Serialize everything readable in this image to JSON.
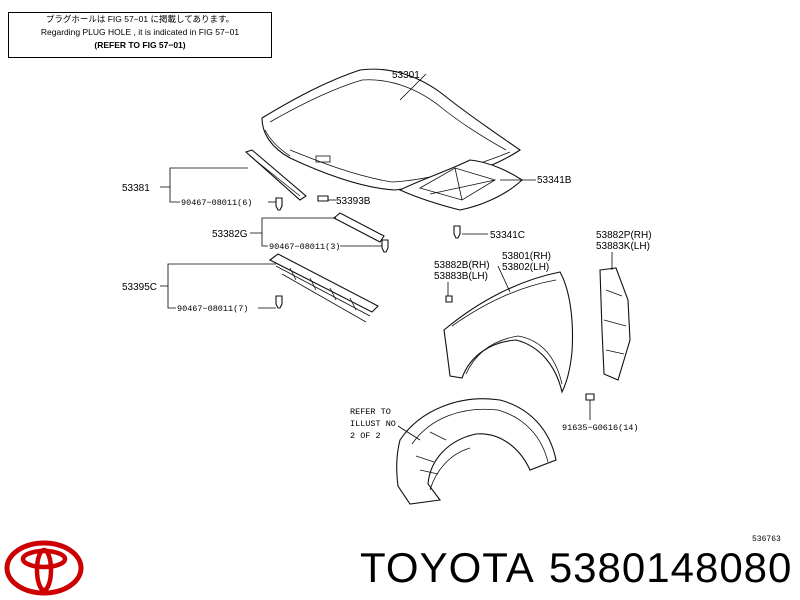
{
  "note": {
    "line1": "プラグホールは FIG 57−01 に掲載してあります。",
    "line2": "Regarding  PLUG  HOLE , it is indicated in  FIG  57−01",
    "line3": "(REFER  TO  FIG  57−01)"
  },
  "parts": {
    "p53301": "53301",
    "p53381": "53381",
    "p53393b": "53393B",
    "p53341b": "53341B",
    "p53382g": "53382G",
    "p53341c": "53341C",
    "p53395c": "53395C",
    "clip6": "90467−08011(6)",
    "clip3": "90467−08011(3)",
    "clip7": "90467−08011(7)",
    "p53801": "53801(RH)",
    "p53802": "53802(LH)",
    "p53882b": "53882B(RH)",
    "p53883b": "53883B(LH)",
    "p53882p": "53882P(RH)",
    "p53883k": "53883K(LH)",
    "bolt": "91635−G0616(14)",
    "refer1": "REFER TO",
    "refer2": "ILLUST NO",
    "refer3": "2 OF 2",
    "figno": "536763"
  },
  "footer": {
    "brand": "TOYOTA",
    "part_number": "5380148080"
  },
  "icons": {
    "logo": "toyota-logo",
    "logo_color": "#cc0000"
  }
}
